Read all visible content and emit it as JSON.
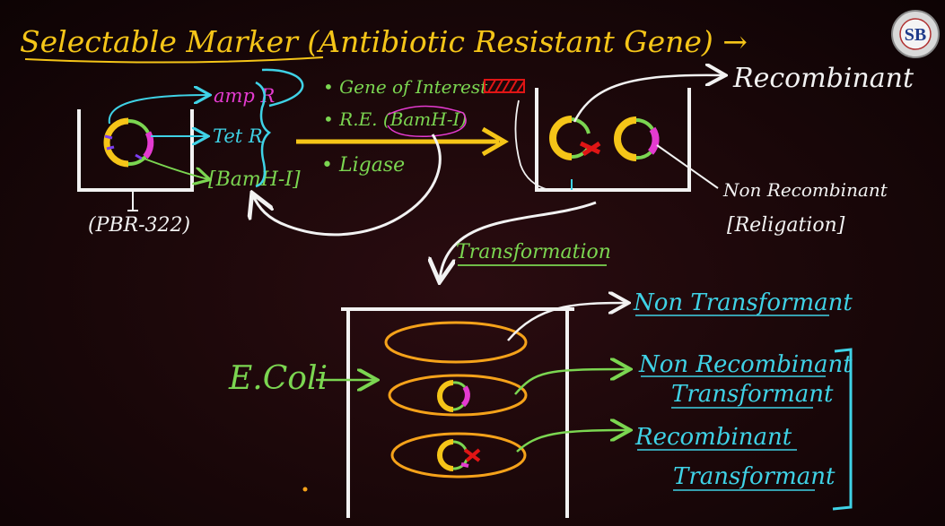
{
  "colors": {
    "yellow": "#f5c518",
    "cyan": "#3fd2e6",
    "green": "#7bd651",
    "magenta": "#e43bd0",
    "white": "#f2f2f2",
    "red": "#e01515",
    "purple": "#7b3df0",
    "orange": "#f5a21a"
  },
  "title": "Selectable Marker (Antibiotic Resistant Gene) →",
  "plasmid": {
    "amp_label": "amp R",
    "tet_label": "Tet R",
    "site_label": "[BamH-I]",
    "name": "(PBR-322)"
  },
  "steps": {
    "gene": "• Gene of Interest",
    "re": "• R.E. (BamH-I)",
    "ligase": "• Ligase"
  },
  "outcomes": {
    "recombinant": "Recombinant",
    "non_recombinant": "Non Recombinant",
    "religation": "[Religation]"
  },
  "transformation": "Transformation",
  "ecoli": "E.Coli",
  "results": {
    "non_transformant": "Non Transformant",
    "nr_transformant_1": "Non Recombinant",
    "nr_transformant_2": "Transformant",
    "r_transformant_1": "Recombinant",
    "r_transformant_2": "Transformant"
  },
  "logo": {
    "letters": "SB",
    "icon": "sb-logo-icon"
  }
}
